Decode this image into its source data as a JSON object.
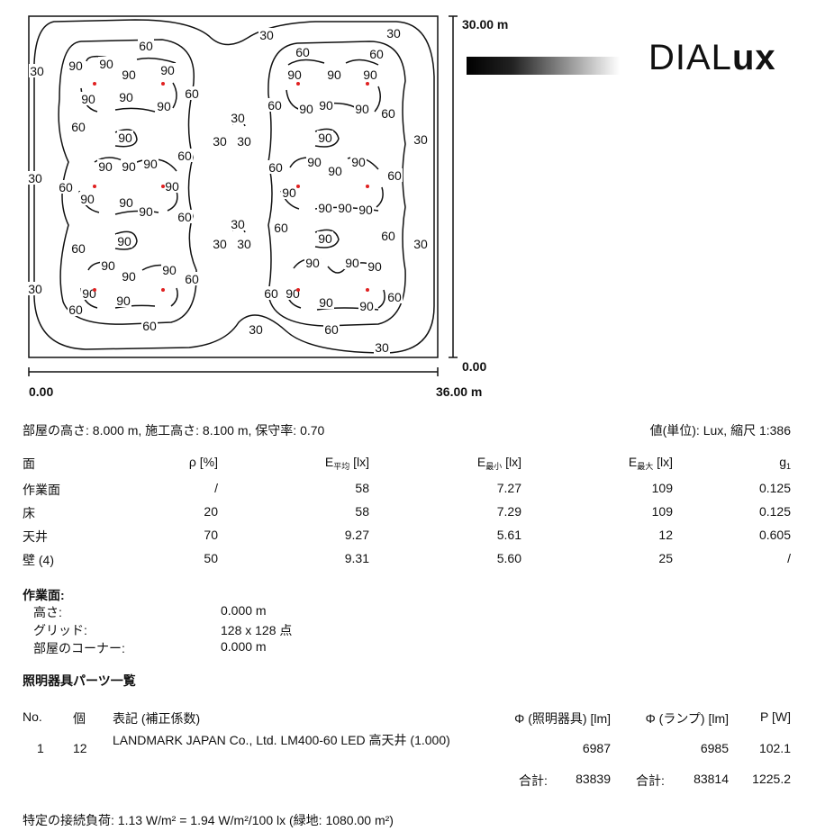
{
  "plot": {
    "y_max_label": "30.00 m",
    "y_min_label": "0.00",
    "x_min_label": "0.00",
    "x_max_label": "36.00 m",
    "contour_labels": [
      "30",
      "30",
      "30",
      "30",
      "30",
      "30",
      "30",
      "30",
      "30",
      "30",
      "30",
      "30",
      "30",
      "30",
      "30",
      "60",
      "60",
      "60",
      "60",
      "60",
      "60",
      "60",
      "60",
      "60",
      "60",
      "60",
      "60",
      "60",
      "60",
      "60",
      "60",
      "60",
      "60",
      "60",
      "60",
      "60",
      "90",
      "90",
      "90",
      "90",
      "90",
      "90",
      "90",
      "90",
      "90",
      "90",
      "90",
      "90",
      "90",
      "90",
      "90",
      "90",
      "90",
      "90",
      "90",
      "90",
      "90",
      "90",
      "90",
      "90",
      "90",
      "90",
      "90",
      "90",
      "90",
      "90",
      "90",
      "90",
      "90",
      "90",
      "90",
      "90",
      "90",
      "90",
      "90",
      "90",
      "90",
      "90"
    ],
    "luminaire_color": "#e02020"
  },
  "logo": {
    "text_light": "DIAL",
    "text_bold": "ux"
  },
  "room_info": "部屋の高さ: 8.000 m, 施工高さ: 8.100 m, 保守率: 0.70",
  "units_info": "値(単位): Lux, 縮尺 1:386",
  "surfaces": {
    "headers": {
      "surface": "面",
      "rho": "ρ [%]",
      "e_avg": "E",
      "e_avg_sub": "平均",
      "e_min": "E",
      "e_min_sub": "最小",
      "e_max": "E",
      "e_max_sub": "最大",
      "unit": " [lx]",
      "g1": "g",
      "g1_sub": "1"
    },
    "rows": [
      {
        "name": "作業面",
        "rho": "/",
        "e_avg": "58",
        "e_min": "7.27",
        "e_max": "109",
        "g1": "0.125"
      },
      {
        "name": "床",
        "rho": "20",
        "e_avg": "58",
        "e_min": "7.29",
        "e_max": "109",
        "g1": "0.125"
      },
      {
        "name": "天井",
        "rho": "70",
        "e_avg": "9.27",
        "e_min": "5.61",
        "e_max": "12",
        "g1": "0.605"
      },
      {
        "name": "壁 (4)",
        "rho": "50",
        "e_avg": "9.31",
        "e_min": "5.60",
        "e_max": "25",
        "g1": "/"
      }
    ]
  },
  "workplane": {
    "title": "作業面:",
    "height_label": "高さ:",
    "height_value": "0.000 m",
    "grid_label": "グリッド:",
    "grid_value": "128 x 128 点",
    "corner_label": "部屋のコーナー:",
    "corner_value": "0.000 m"
  },
  "luminaires": {
    "title": "照明器具パーツ一覧",
    "headers": {
      "no": "No.",
      "count": "個",
      "name": "表記 (補正係数)",
      "flux_lum": "Φ (照明器具) [lm]",
      "flux_lamp": "Φ (ランプ) [lm]",
      "power": "P [W]"
    },
    "rows": [
      {
        "no": "1",
        "count": "12",
        "name": "LANDMARK JAPAN Co., Ltd. LM400-60 LED 高天井 (1.000)",
        "flux_lum": "6987",
        "flux_lamp": "6985",
        "power": "102.1"
      }
    ],
    "total_label": "合計:",
    "total_flux_lum": "83839",
    "total_flux_lamp": "83814",
    "total_power": "1225.2"
  },
  "connected_load": "特定の接続負荷: 1.13 W/m² = 1.94 W/m²/100 lx (緑地: 1080.00 m²)"
}
